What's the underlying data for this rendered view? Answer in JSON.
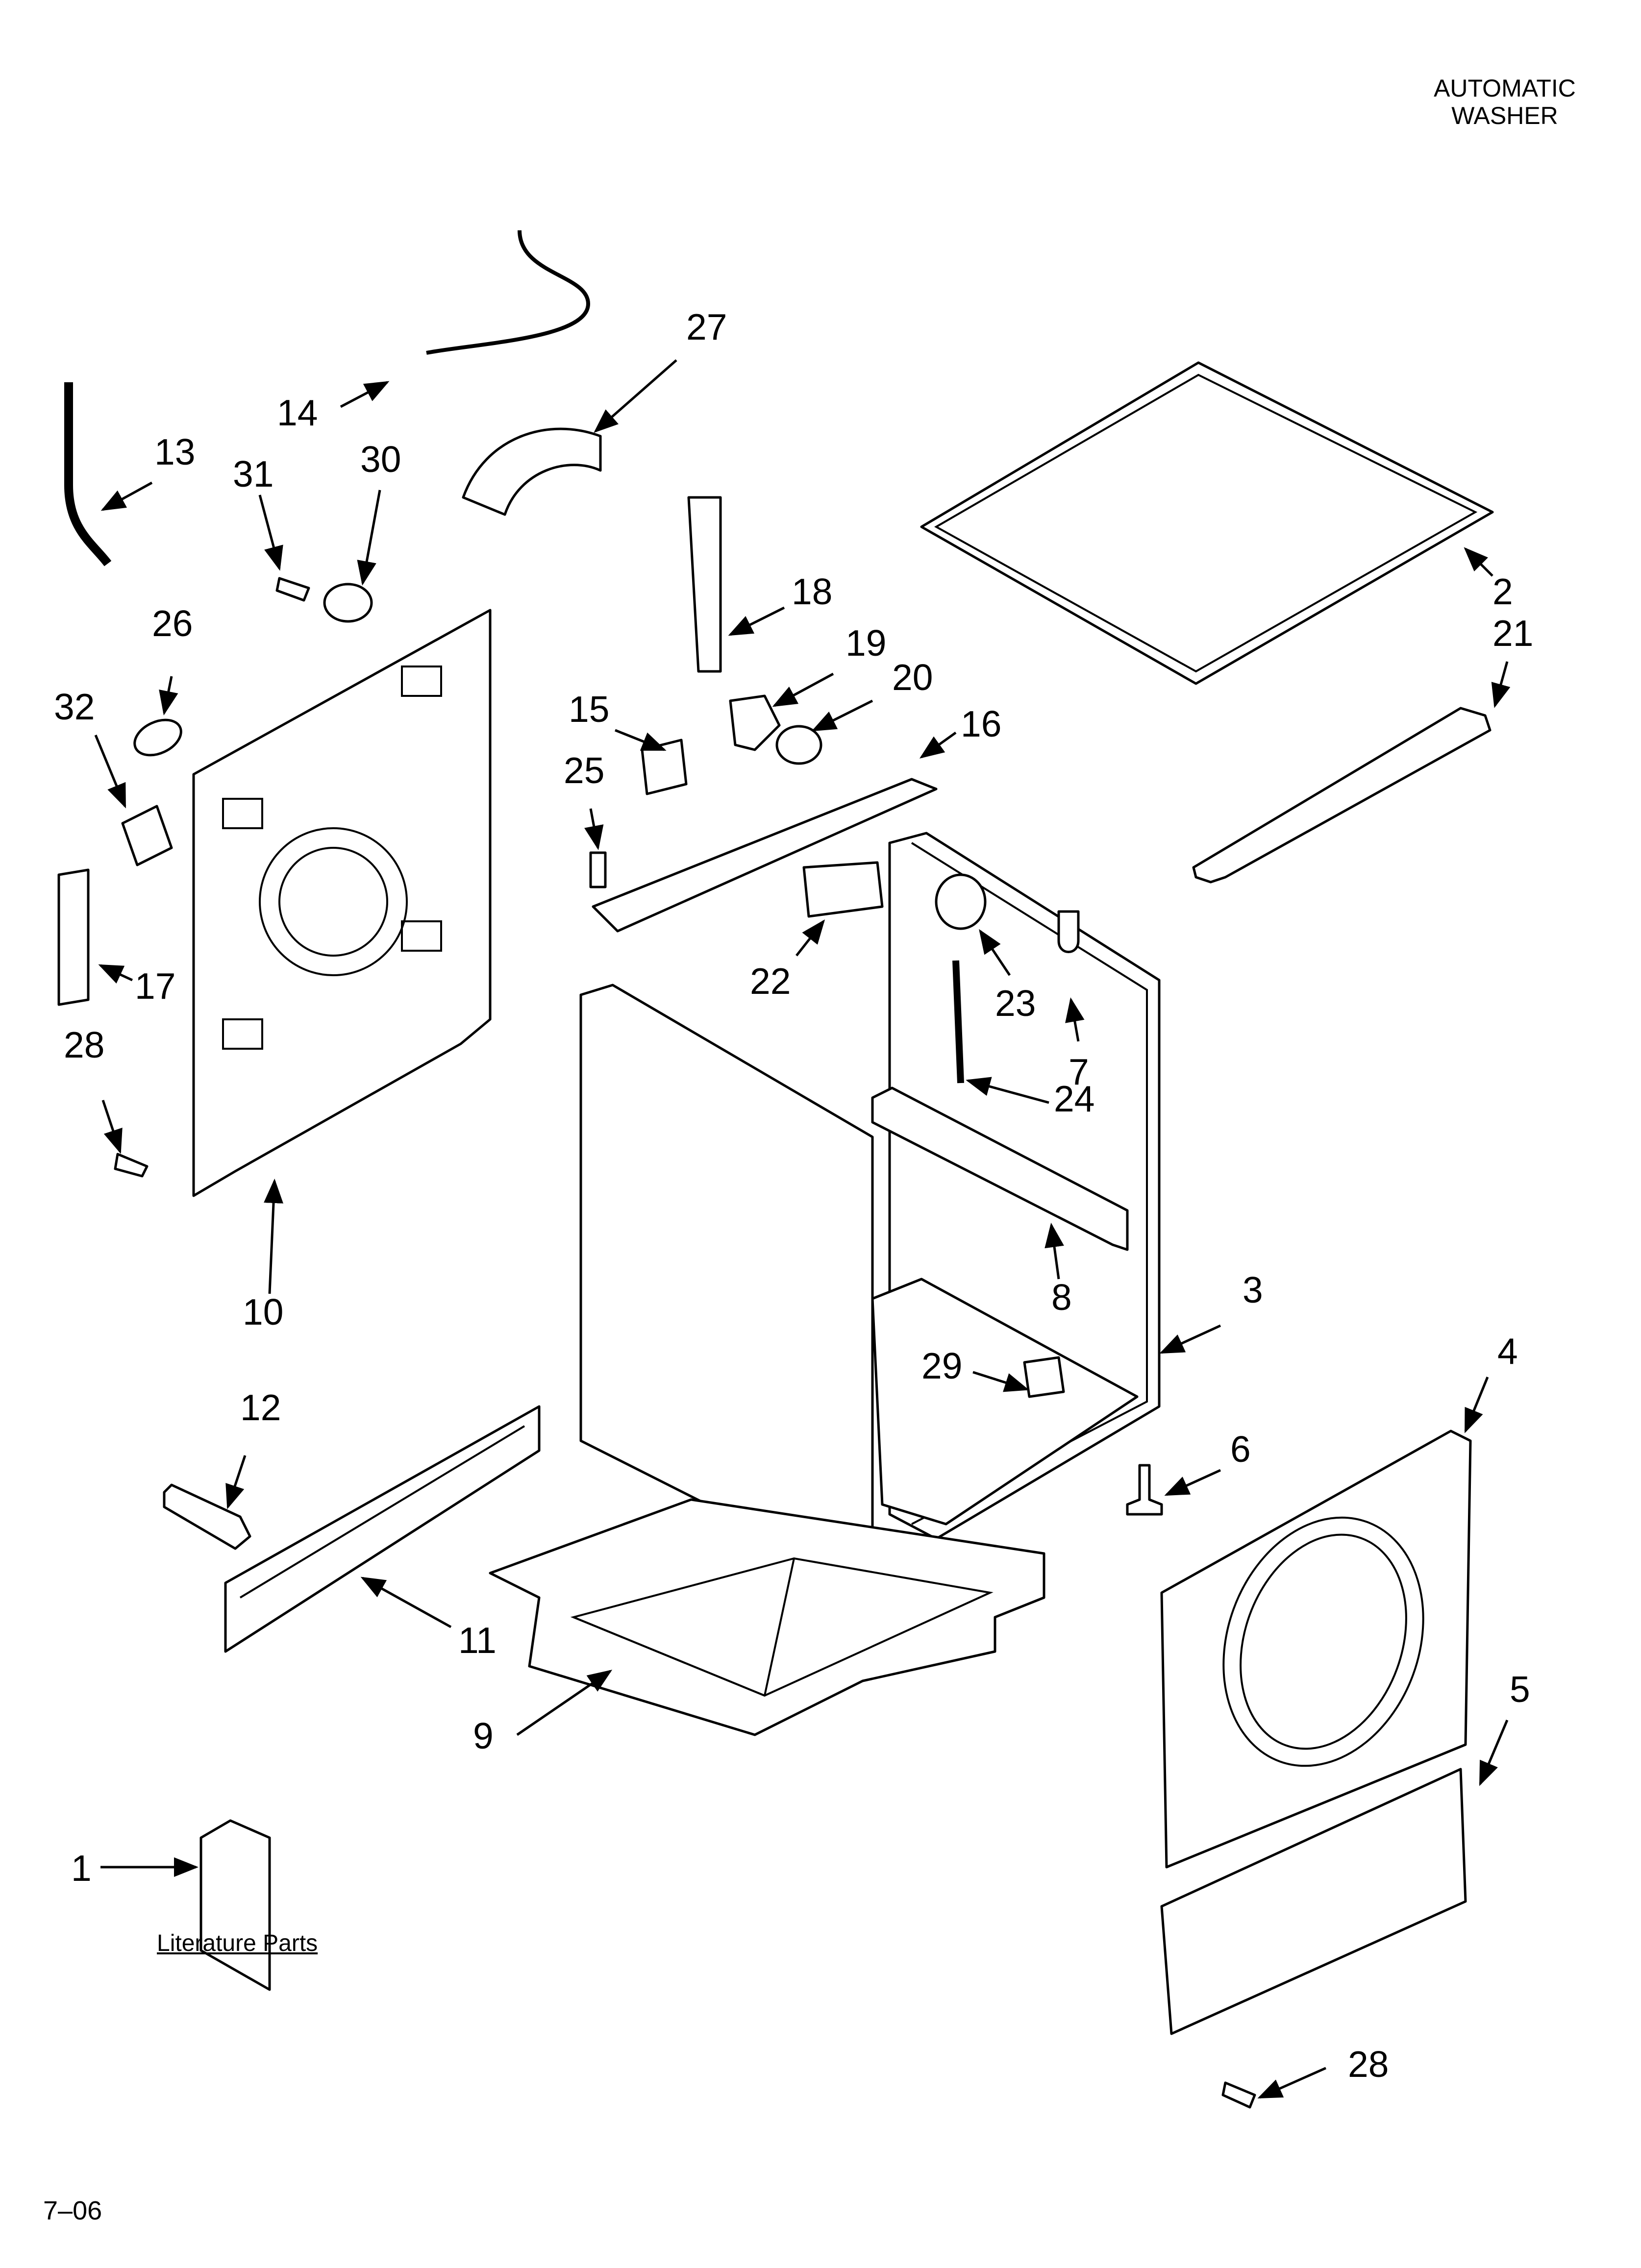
{
  "header": {
    "line1": "AUTOMATIC",
    "line2": "WASHER"
  },
  "literature_label": "Literature Parts",
  "page_code": "7–06",
  "callouts": [
    "1",
    "2",
    "3",
    "4",
    "5",
    "6",
    "7",
    "8",
    "9",
    "10",
    "11",
    "12",
    "13",
    "14",
    "15",
    "16",
    "17",
    "18",
    "19",
    "20",
    "21",
    "22",
    "23",
    "24",
    "25",
    "26",
    "27",
    "28",
    "28",
    "29",
    "30",
    "31",
    "32"
  ]
}
